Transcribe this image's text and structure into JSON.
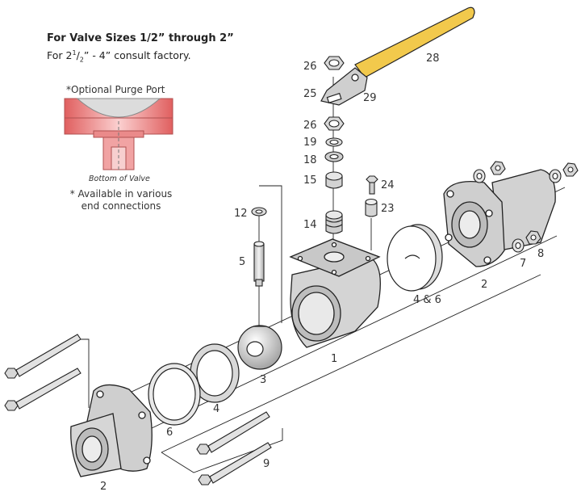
{
  "header": {
    "title": "For Valve Sizes 1/2” through 2”",
    "sub_prefix": "For 2",
    "sub_sup": "1",
    "sub_slash": "/",
    "sub_sub": "2",
    "sub_suffix": "” - 4” consult factory."
  },
  "inset": {
    "title": "*Optional Purge Port",
    "caption": "Bottom of Valve",
    "note_line1": "* Available in various",
    "note_line2": "end connections"
  },
  "labels": {
    "n26a": "26",
    "n25": "25",
    "n29": "29",
    "n28": "28",
    "n26b": "26",
    "n19": "19",
    "n18": "18",
    "n15": "15",
    "n24": "24",
    "n23": "23",
    "n14": "14",
    "n12": "12",
    "n5": "5",
    "n3": "3",
    "n1": "1",
    "n4and6": "4 & 6",
    "n2right": "2",
    "n7": "7",
    "n8": "8",
    "n4": "4",
    "n6": "6",
    "n9": "9",
    "n2left": "2"
  },
  "colors": {
    "handle": "#f2c94c",
    "purge_red": "#e87a7a",
    "purge_light": "#f4b3b3",
    "metal": "#d6d6d6",
    "metal_dark": "#a9a9a9",
    "outline": "#2b2b2b"
  }
}
